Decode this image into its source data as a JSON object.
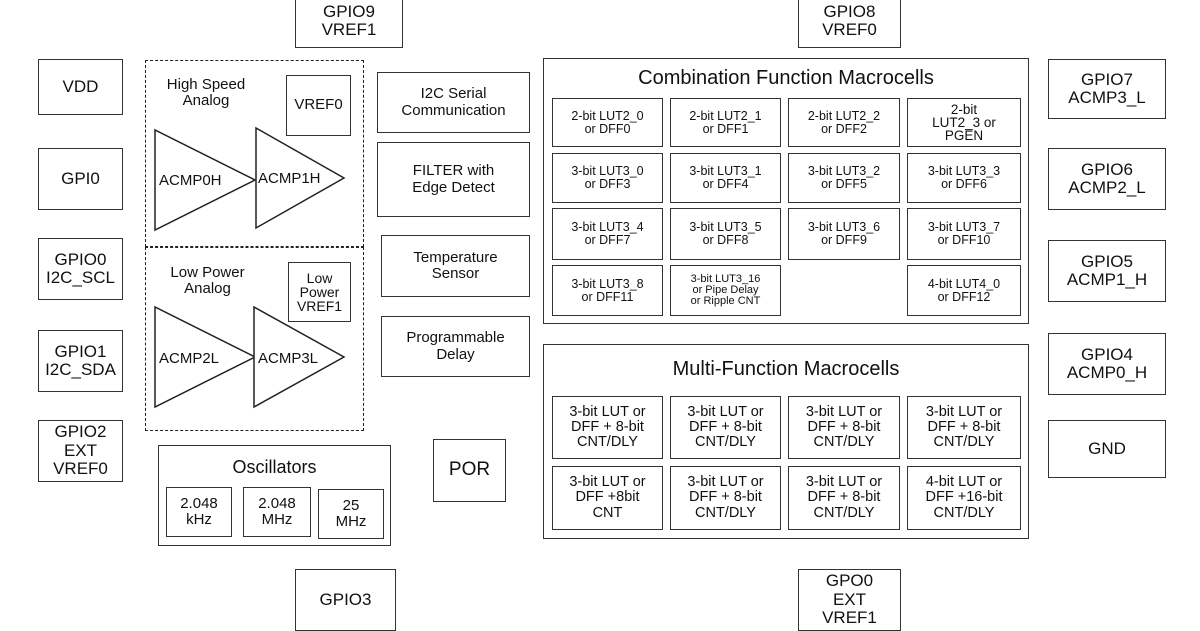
{
  "pins": {
    "gpio9": "GPIO9\nVREF1",
    "gpio8": "GPIO8\nVREF0",
    "vdd": "VDD",
    "gpi0": "GPI0",
    "gpio0": "GPIO0\nI2C_SCL",
    "gpio1": "GPIO1\nI2C_SDA",
    "gpio2": "GPIO2\nEXT\nVREF0",
    "gpio3": "GPIO3",
    "gpo0": "GPO0\nEXT\nVREF1",
    "gpio7": "GPIO7\nACMP3_L",
    "gpio6": "GPIO6\nACMP2_L",
    "gpio5": "GPIO5\nACMP1_H",
    "gpio4": "GPIO4\nACMP0_H",
    "gnd": "GND"
  },
  "analog": {
    "high_speed_label": "High Speed\nAnalog",
    "vref0": "VREF0",
    "acmp0h": "ACMP0H",
    "acmp1h": "ACMP1H",
    "low_power_label": "Low Power\nAnalog",
    "lp_vref1": "Low\nPower\nVREF1",
    "acmp2l": "ACMP2L",
    "acmp3l": "ACMP3L"
  },
  "blocks": {
    "i2c": "I2C Serial\nCommunication",
    "filter": "FILTER with\nEdge Detect",
    "temp": "Temperature\nSensor",
    "delay": "Programmable\nDelay",
    "por": "POR"
  },
  "oscillators": {
    "title": "Oscillators",
    "items": [
      "2.048\nkHz",
      "2.048\nMHz",
      "25\nMHz"
    ]
  },
  "combination": {
    "title": "Combination Function Macrocells",
    "cells": [
      "2-bit LUT2_0\nor DFF0",
      "2-bit LUT2_1\nor DFF1",
      "2-bit LUT2_2\nor DFF2",
      "2-bit\nLUT2_3 or\nPGEN",
      "3-bit LUT3_0\nor DFF3",
      "3-bit LUT3_1\nor DFF4",
      "3-bit LUT3_2\nor DFF5",
      "3-bit LUT3_3\nor DFF6",
      "3-bit LUT3_4\nor DFF7",
      "3-bit LUT3_5\nor DFF8",
      "3-bit LUT3_6\nor DFF9",
      "3-bit LUT3_7\nor DFF10",
      "3-bit LUT3_8\nor DFF11",
      "3-bit LUT3_16\nor Pipe Delay\nor Ripple CNT",
      "4-bit LUT4_0\nor DFF12"
    ]
  },
  "multifunction": {
    "title": "Multi-Function Macrocells",
    "cells": [
      "3-bit LUT or\nDFF + 8-bit\nCNT/DLY",
      "3-bit LUT or\nDFF + 8-bit\nCNT/DLY",
      "3-bit LUT or\nDFF + 8-bit\nCNT/DLY",
      "3-bit LUT or\nDFF + 8-bit\nCNT/DLY",
      "3-bit LUT or\nDFF +8bit\nCNT",
      "3-bit LUT or\nDFF + 8-bit\nCNT/DLY",
      "3-bit LUT or\nDFF + 8-bit\nCNT/DLY",
      "4-bit LUT or\nDFF +16-bit\nCNT/DLY"
    ]
  }
}
